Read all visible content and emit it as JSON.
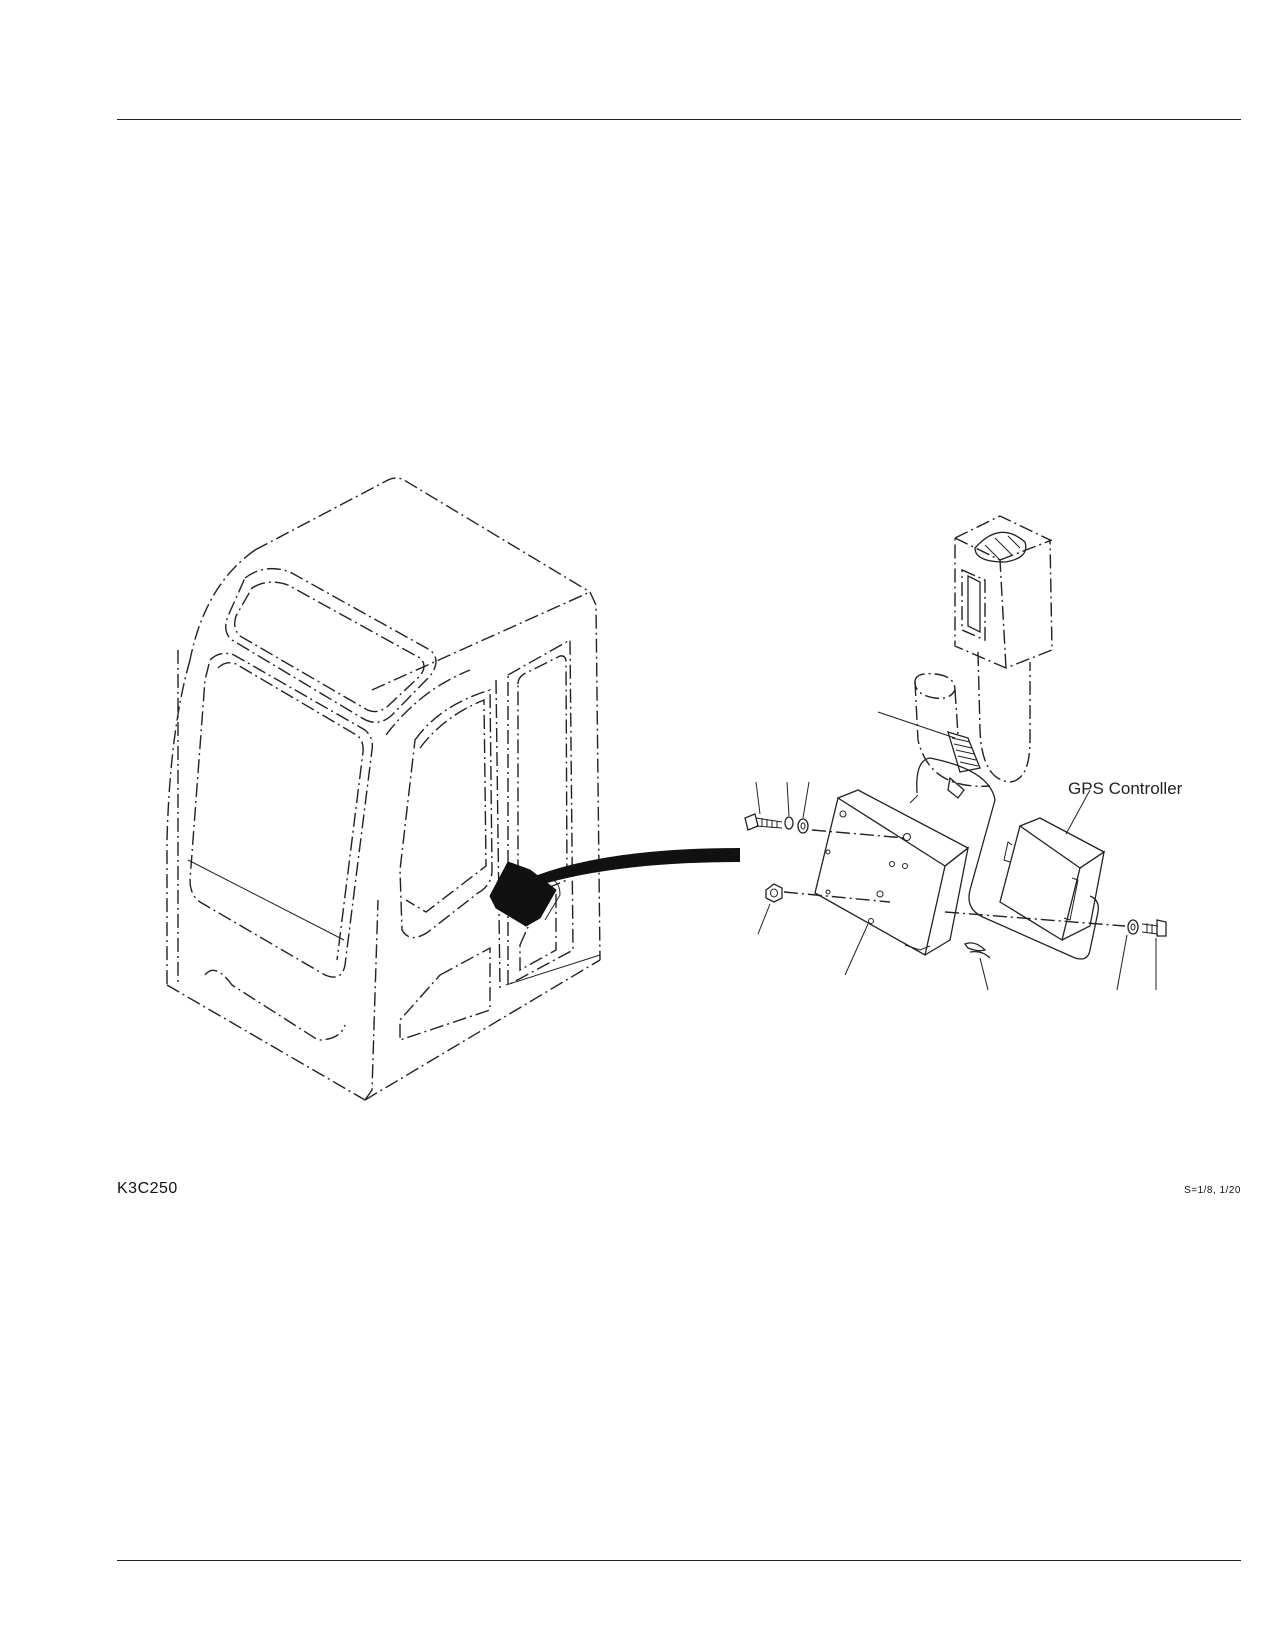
{
  "diagram": {
    "callouts": {
      "gps_controller": "GPS Controller"
    }
  },
  "footer": {
    "figure_ref": "K3C250",
    "scale": "S=1/8, 1/20"
  },
  "colors": {
    "line": "#222222",
    "background": "#ffffff"
  }
}
